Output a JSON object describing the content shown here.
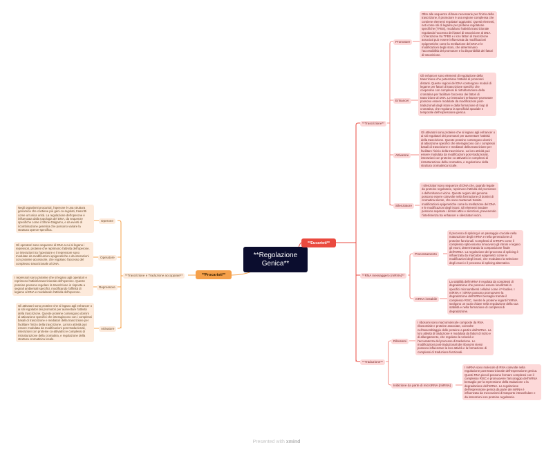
{
  "root": {
    "title": "**Regolazione Genica**"
  },
  "eucarioti": {
    "label": "**Eucarioti**",
    "trascrizione": {
      "label": "**Trascrizione**",
      "children": [
        {
          "label": "Promotore",
          "text": "Oltre alle sequenze di base necessarie per l'inizio della trascrizione, il promotore è una regione complessa che contiene elementi regolatori aggiuntivi. Questi elementi, noti come siti di legame per proteine regolatorie specifiche (TFBS), modulano l'attività trascrizionale regolando l'accesso dei fattori di trascrizione al DNA. L'interazione tra TFBS e i loro fattori di trascrizione associati può essere influenzata da modificazioni epigenetiche come la metilazione del DNA e le modificazioni degli istoni, che determinano l'accessibilità del promotore e la disponibilità dei fattori di trascrizione."
        },
        {
          "label": "Enhancer",
          "text": "Gli enhancer sono elementi di regolazione della trascrizione che potenziano l'attività di promotori distanti. Queste regioni del DNA contengono moduli di legame per fattori di trascrizione specifici che cooperano con complessi di ristrutturazione della cromatina per facilitare l'accesso dei fattori di trascrizione al DNA. Le interazioni enhancer-promotore possono essere modulate da modificazioni post-traduzionali degli istoni e dalla formazione di loop di cromatina, che regolano la specificità spaziale e temporale dell'espressione genica."
        },
        {
          "label": "Attivatore",
          "text": "Gli attivatori sono proteine che si legano agli enhancer o ai siti regolatori dei promotori per aumentare l'attività della trascrizione. Queste proteine contengono domini di attivazione specifici che interagiscono con i complessi basali di trascrizione e mediatori della trascrizione per facilitare l'inizio della trascrizione. La loro attività può essere modulata da modificazioni post-traduzionali, interazioni con proteine co-attivatrici e complessi di ristrutturazione della cromatina, e regolazione della struttura cromatinica locale."
        },
        {
          "label": "Silenziatore",
          "text": "I silenziatori sono sequenze di DNA che, quando legate da proteine regolatorie, reprimono l'attività del promotore o dell'enhancer vicino. Queste regioni del genoma possono essere coinvolte nella formazione di domini di cromatina silente, che sono mantenuti tramite modificazioni epigenetiche come la metilazione del DNA e le modificazioni degli istoni. Gli elementi insulare possono separare i domini attivi e silenziosi, prevenendo l'interferenza tra enhancer e silenziatori vicini."
        }
      ]
    },
    "mrna": {
      "label": "**RNA messaggero (mRNA)**",
      "children": [
        {
          "label": "Processamento",
          "text": "Il processo di splicing è un passaggio cruciale nella maturazione degli mRNA e nella generazione di proteine funzionali. Complessi di snRNPs come il complesso spliceosoma rimuovono gli introni e legano gli esoni, determinando la composizione finale dell'mRNA. La regolazione del processo di splicing è influenzata da marcatori epigenetici come le modificazioni degli istoni, che modulano la selezione degli esoni e il processo di splicing alternativo."
        },
        {
          "label": "mRNA instabile",
          "text": "La stabilità dell'mRNA è regolata da complessi di degradazione che possono essere localizzati in specifici microambienti cellulari come i P-bodies. I miRNA e i siRNA possono promuovere la degradazione dell'mRNA bersaglio tramite il complesso RISC, mentre le proteine leganti l'mRNA svolgono un ruolo chiave nella regolazione della sua stabilità e nella formazione di complessi di degradazione."
        }
      ]
    },
    "traduzione": {
      "label": "**Traduzione**",
      "children": [
        {
          "label": "Ribosomi",
          "text": "I ribosomi sono macromolecole composte da RNA ribosomiale e proteine associate, coinvolte nell'assemblaggio delle proteine a partire dall'mRNA. La loro attività di traduzione è modulata da fattori di inizio e di allungamento, che regolano la velocità e l'accuratezza del processo di traduzione. Le modificazioni post-traduzionali dei ribosomi stessi possono influenzare la loro attività e la formazione di complessi di traduzione funzionali."
        },
        {
          "label": "Inibizione da parte di microRNA (miRNA)",
          "text": "I miRNA sono molecole di RNA coinvolte nella regolazione post-trascrizionale dell'espressione genica. Questi RNA piccoli possono formare complessi con il complesso RISC e promuovere l'ancoraggio dell'mRNA bersaglio per la repressione della traduzione o la degradazione dell'mRNA. La regolazione dell'espressione genica da parte dei miRNA è influenzata da meccanismi di trasporto intracellulare e da interazioni con proteine regolatorie."
        }
      ]
    }
  },
  "procarioti": {
    "label": "**Procarioti**",
    "accoppiate": {
      "label": "**Trascrizione e Traduzione accoppiate**",
      "children": [
        {
          "label": "Operone",
          "text": "Negli organismi procarioti, l'operone è una struttura genomica che contiene più geni co-regolati, trascritti come un'unica unità. La regolazione dell'operone è influenzata dalla topologia del DNA, da sequenze specifiche come il Shine-Dalgarno, e da eventi di ricombinazione genetica che possono variare la struttura operon-specifica."
        },
        {
          "label": "Operatore",
          "text": "Gli operatori sono sequenze di DNA a cui si legano i repressori, proteine che reprimono l'attività dell'operone. Le interazioni tra l'operatore e il repressore sono modulate da modificazioni epigenetiche e da interazioni con proteine accessorie, che regolano l'accesso del complesso trascrizionale al DNA."
        },
        {
          "label": "Repressore",
          "text": "I repressori sono proteine che si legano agli operatori e reprimono l'attività trascrizionale dell'operone. Queste proteine possono regolare la trascrizione in risposta a segnali ambientali specifici, modificando l'affinità di legame al DNA e modulando l'attività dell'operone."
        },
        {
          "label": "Attivatore",
          "text": "Gli attivatori sono proteine che si legano agli enhancer o ai siti regolatori dei promotori per aumentare l'attività della trascrizione. Queste proteine contengono domini di attivazione specifici che interagiscono con i complessi basali di trascrizione e mediatori della trascrizione per facilitare l'inizio della trascrizione. La loro attività può essere modulata da modificazioni post-traduzionali, interazioni con proteine co-attivatrici e complessi di ristrutturazione della cromatina, e regolazione della struttura cromatinica locale."
        }
      ]
    }
  },
  "footer": {
    "prefix": "Presented with",
    "brand": "xmind"
  },
  "colors": {
    "root": "#0b0d2e",
    "eucarioti": "#ea4a3f",
    "procarioti": "#f5a04a"
  }
}
